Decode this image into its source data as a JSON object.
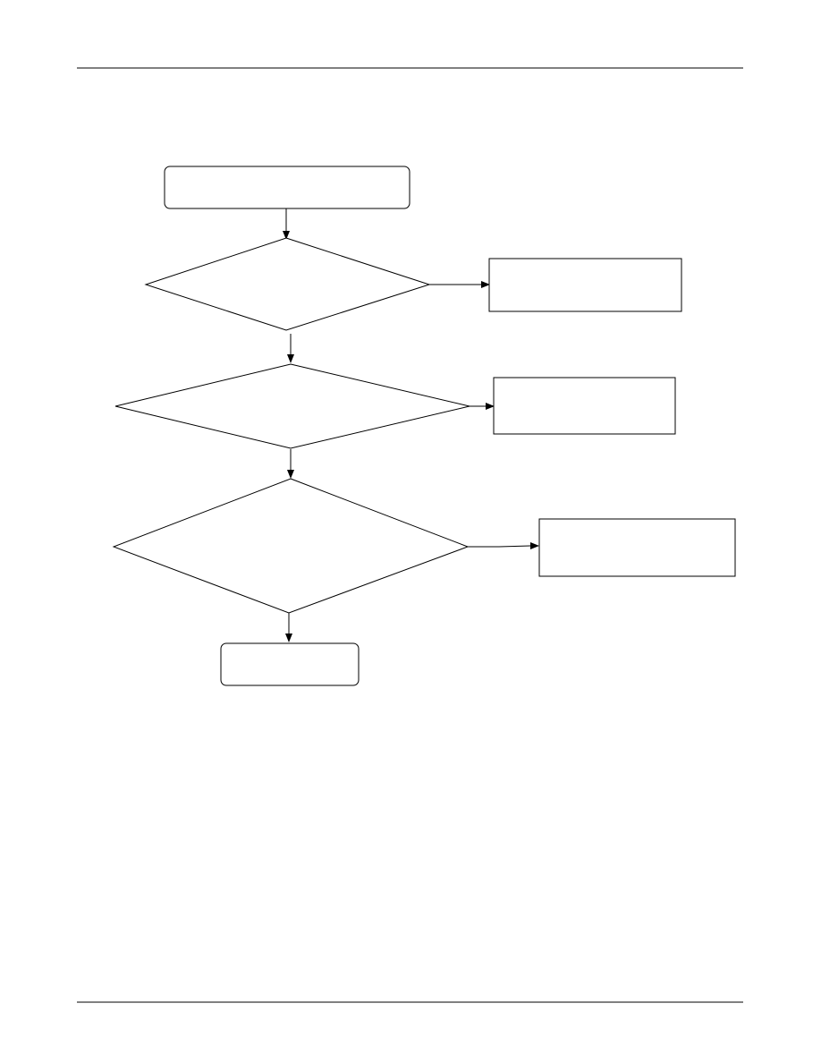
{
  "document": {
    "colors": {
      "ink": "#000000",
      "paper": "#ffffff"
    }
  },
  "flowchart": {
    "nodes": [
      {
        "id": "start",
        "shape": "rounded-rectangle",
        "text": ""
      },
      {
        "id": "decision-1",
        "shape": "diamond",
        "text": ""
      },
      {
        "id": "action-1",
        "shape": "rectangle",
        "text": ""
      },
      {
        "id": "decision-2",
        "shape": "diamond",
        "text": ""
      },
      {
        "id": "action-2",
        "shape": "rectangle",
        "text": ""
      },
      {
        "id": "decision-3",
        "shape": "diamond",
        "text": ""
      },
      {
        "id": "action-3",
        "shape": "rectangle",
        "text": ""
      },
      {
        "id": "end",
        "shape": "rounded-rectangle",
        "text": ""
      }
    ],
    "edges": [
      {
        "from": "start",
        "to": "decision-1"
      },
      {
        "from": "decision-1",
        "to": "action-1"
      },
      {
        "from": "decision-1",
        "to": "decision-2"
      },
      {
        "from": "decision-2",
        "to": "action-2"
      },
      {
        "from": "decision-2",
        "to": "decision-3"
      },
      {
        "from": "decision-3",
        "to": "action-3"
      },
      {
        "from": "decision-3",
        "to": "end"
      }
    ]
  }
}
